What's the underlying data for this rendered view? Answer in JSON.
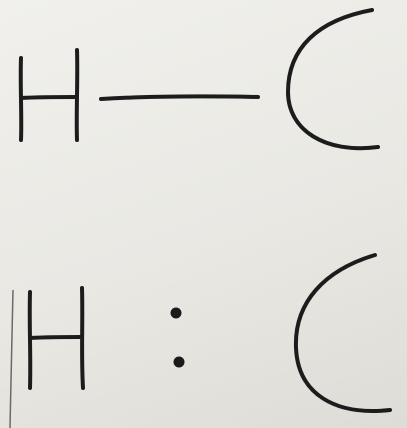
{
  "diagram": {
    "rows": [
      {
        "left_atom": "H",
        "bond_symbol": "—",
        "right_atom": "C"
      },
      {
        "left_atom": "H",
        "bond_symbol": ":",
        "right_atom": "C"
      }
    ],
    "colors": {
      "ink": "#1c1c1c",
      "board": "#ecebe6"
    }
  }
}
